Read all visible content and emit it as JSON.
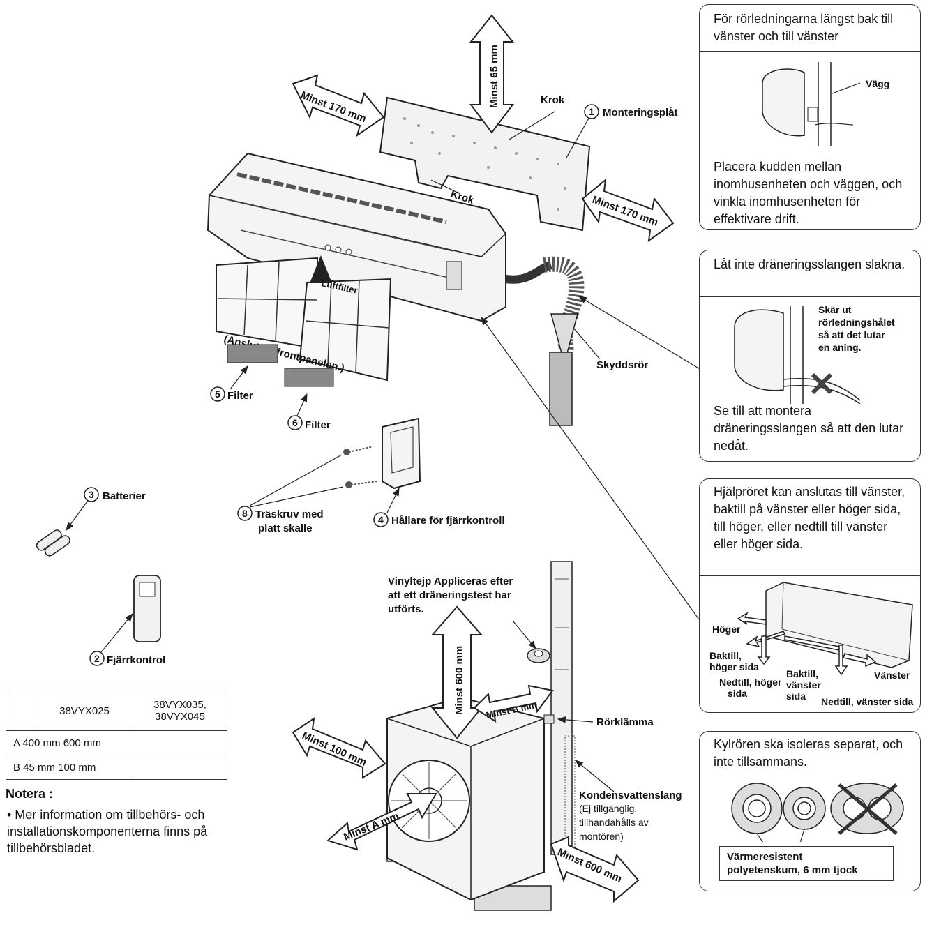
{
  "labels": {
    "min65": "Minst 65 mm",
    "krok_top": "Krok",
    "krok_bottom": "Krok",
    "min170_left": "Minst 170 mm",
    "min170_right": "Minst 170 mm",
    "monteringsplat": "Monteringsplåt",
    "luftfilter": "Luftfilter",
    "anslut": "(Anslut till frontpanelen.)",
    "filter5": "Filter",
    "filter6": "Filter",
    "skyddsror": "Skyddsrör",
    "batterier": "Batterier",
    "fjarrkontrol": "Fjärrkontrol",
    "traskruv_1": "Träskruv med",
    "traskruv_2": "platt skalle",
    "hallare": "Hållare för fjärrkontroll",
    "vinyl_1": "Vinyltejp Appliceras efter",
    "vinyl_2": "att ett dräneringstest har",
    "vinyl_3": "utförts.",
    "min600_top": "Minst 600 mm",
    "minB": "Minst B mm",
    "min100": "Minst 100 mm",
    "minA": "Minst A mm",
    "min600_right": "Minst 600 mm",
    "rorklamma": "Rörklämma",
    "kondens": "Kondensvattenslang",
    "kondens_sub_1": "(Ej tillgänglig,",
    "kondens_sub_2": "tillhandahålls av",
    "kondens_sub_3": "montören)"
  },
  "numbers": {
    "n1": "1",
    "n2": "2",
    "n3": "3",
    "n4": "4",
    "n5": "5",
    "n6": "6",
    "n8": "8"
  },
  "panels": {
    "p1_top": "För rörledningarna längst bak till vänster och till vänster",
    "p1_vagg": "Vägg",
    "p1_bottom": "Placera kudden mellan inomhusenheten och väggen, och vinkla inomhusenheten för effektivare drift.",
    "p2_top": "Låt inte dräneringsslangen slakna.",
    "p2_cut_1": "Skär ut",
    "p2_cut_2": "rörledningshålet",
    "p2_cut_3": "så att det lutar",
    "p2_cut_4": "en aning.",
    "p2_bottom": "Se till att montera dräneringsslangen så att den lutar nedåt.",
    "p3_top": "Hjälpröret kan anslutas till vänster, baktill på vänster eller höger sida, till höger, eller nedtill till vänster eller höger sida.",
    "p3_hoger": "Höger",
    "p3_baktill_hoger_1": "Baktill,",
    "p3_baktill_hoger_2": "höger sida",
    "p3_nedtill_hoger_1": "Nedtill, höger",
    "p3_nedtill_hoger_2": "sida",
    "p3_baktill_vanster_1": "Baktill,",
    "p3_baktill_vanster_2": "vänster",
    "p3_baktill_vanster_3": "sida",
    "p3_vanster": "Vänster",
    "p3_nedtill_vanster": "Nedtill, vänster sida",
    "p4_top": "Kylrören ska isoleras separat, och inte tillsammans.",
    "p4_box_1": "Värmeresistent",
    "p4_box_2": "polyetenskum, 6 mm tjock"
  },
  "table": {
    "col1": "38VYX025",
    "col2_1": "38VYX035,",
    "col2_2": "38VYX045",
    "row_a": "A 400 mm 600 mm",
    "row_b": "B 45 mm 100 mm"
  },
  "note": {
    "title": "Notera :",
    "body": "• Mer information om tillbehörs- och installationskomponenterna finns på tillbehörsbladet."
  }
}
